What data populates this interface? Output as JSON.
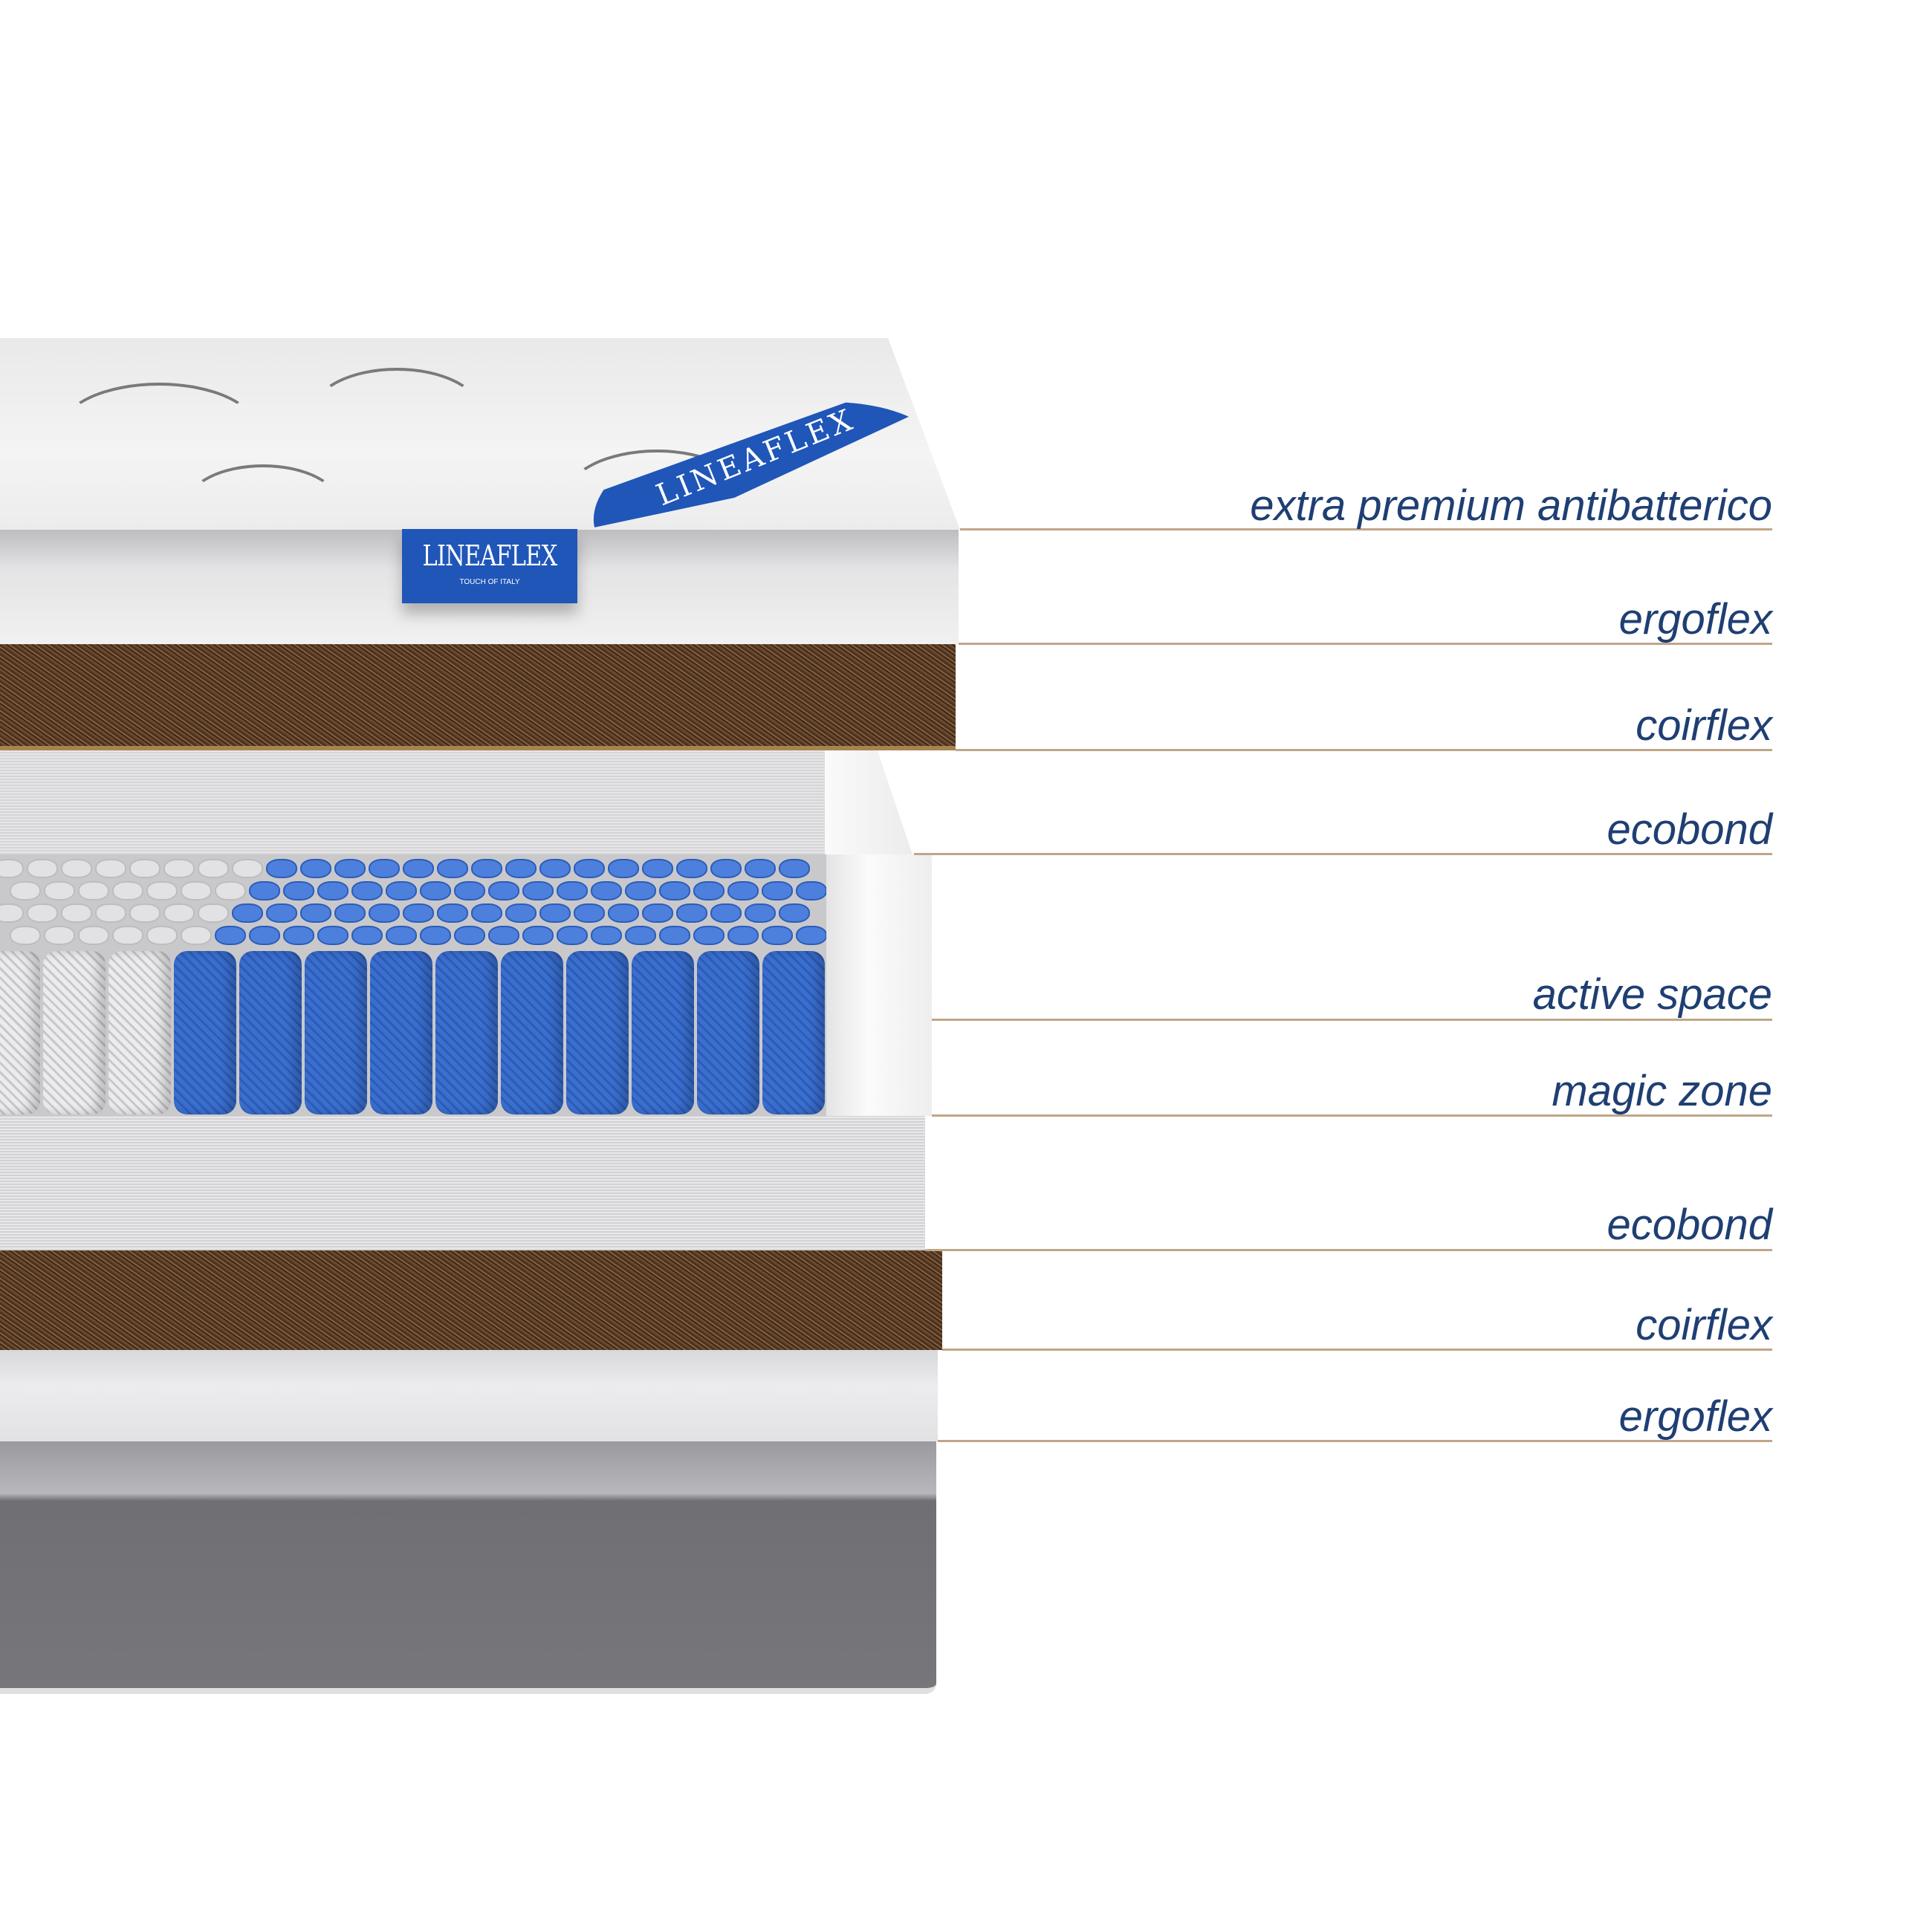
{
  "brand": {
    "name": "LINEAFLEX",
    "tagline": "TOUCH OF ITALY"
  },
  "layers": [
    {
      "label": "extra premium antibatterico"
    },
    {
      "label": "ergoflex"
    },
    {
      "label": "coirflex"
    },
    {
      "label": "ecobond"
    },
    {
      "label": "active space"
    },
    {
      "label": "magic zone"
    },
    {
      "label": "ecobond"
    },
    {
      "label": "coirflex"
    },
    {
      "label": "ergoflex"
    }
  ],
  "colors": {
    "label": "#1f3f73",
    "rule": "#c0a688",
    "spring_blue": "#3a6fd0",
    "tag_blue": "#1f56b8"
  }
}
